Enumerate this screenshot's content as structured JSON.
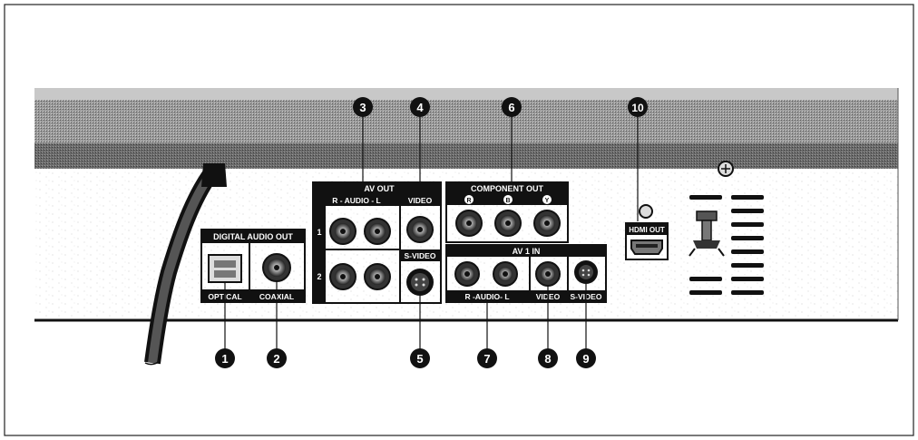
{
  "panel": {
    "digital_audio_out": {
      "header": "DIGITAL AUDIO OUT",
      "optical": "OPTICAL",
      "coaxial": "COAXIAL"
    },
    "av_out": {
      "header": "AV OUT",
      "audio": "R - AUDIO - L",
      "video": "VIDEO",
      "svideo": "S-VIDEO",
      "row1": "1",
      "row2": "2"
    },
    "component_out": {
      "header": "COMPONENT OUT",
      "pr": "R",
      "pb": "B",
      "y": "Y"
    },
    "av1_in": {
      "header": "AV 1 IN",
      "audio": "R -AUDIO- L",
      "video": "VIDEO",
      "svideo": "S-VIDEO"
    },
    "hdmi": {
      "label": "HDMI OUT"
    }
  },
  "callouts": [
    "1",
    "2",
    "3",
    "4",
    "5",
    "6",
    "7",
    "8",
    "9",
    "10"
  ],
  "colors": {
    "ink": "#111111",
    "panel_top": "#8a8a8a",
    "panel_face": "#ffffff"
  }
}
